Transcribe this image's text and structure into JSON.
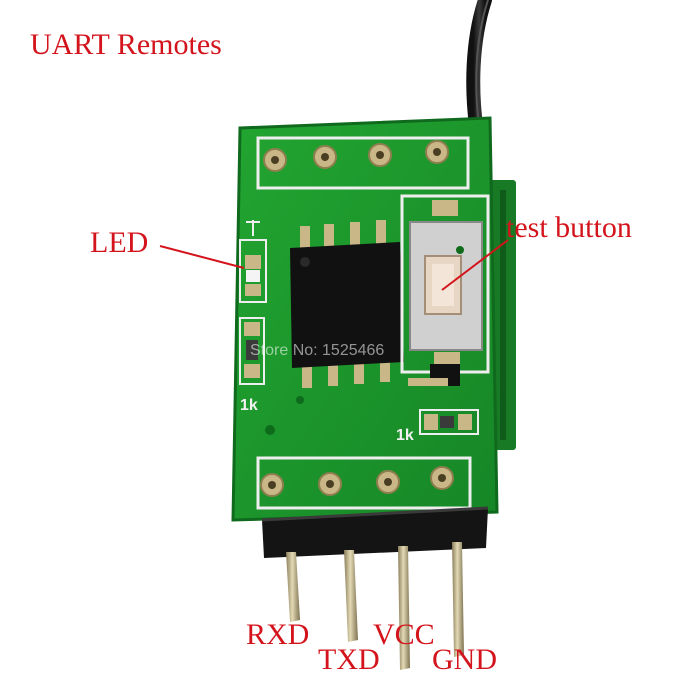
{
  "labels": {
    "title": "UART Remotes",
    "led": "LED",
    "test_button": "test button",
    "pins": {
      "rxd": "RXD",
      "txd": "TXD",
      "vcc": "VCC",
      "gnd": "GND"
    }
  },
  "board_markings": {
    "resistor_left": "1k",
    "resistor_right": "1k"
  },
  "watermark": "Store No: 1525466",
  "colors": {
    "label_red": "#d4141c",
    "pcb_green": "#1f9a2e",
    "silkscreen": "#f2f2f2",
    "pin_gold": "#c9b787",
    "header_black": "#141414"
  }
}
